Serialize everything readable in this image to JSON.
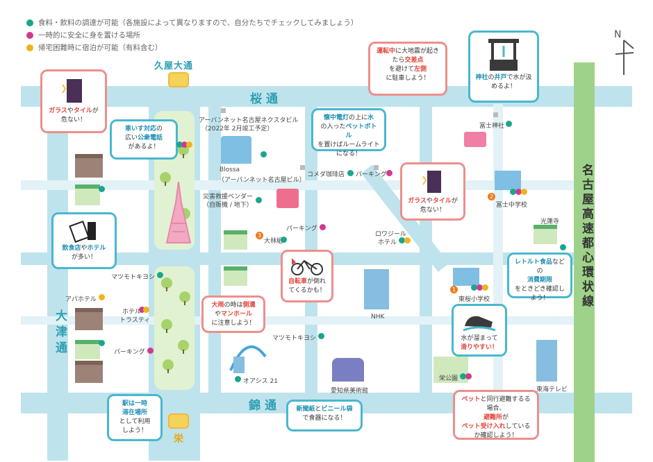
{
  "legend": [
    {
      "label": "食料・飲料の調達が可能（各施設によって異なりますので、自分たちでチェックしてみましょう）",
      "color": "#1aa58f"
    },
    {
      "label": "一時的に安全に身を置ける場所",
      "color": "#cf3b8c"
    },
    {
      "label": "帰宅困難時に宿泊が可能（有料含む）",
      "color": "#efb41c"
    }
  ],
  "roads": {
    "sakura": "桜通",
    "nishiki": "錦通",
    "otsu": "大津通",
    "hisaya": "久屋大通",
    "expressway": "名古屋高速都心環状線",
    "sakae": "栄"
  },
  "compass": "N",
  "bubbles": {
    "glass1": {
      "a": "ガラス",
      "b": "や",
      "c": "タイル",
      "d": "が",
      "e": "危ない！"
    },
    "wheelchair": {
      "a": "車いす対応",
      "b": "の",
      "c": "広い",
      "d": "公衆電話",
      "e": "があるよ！"
    },
    "restaurant": {
      "a": "飲食店",
      "b": "や",
      "c": "ホテル",
      "d": "が多い！"
    },
    "station": {
      "a": "駅は一時",
      "b": "滞在場所",
      "c": "として利用",
      "d": "しよう！"
    },
    "newspaper": {
      "a": "新聞紙",
      "b": "と",
      "c": "ビニール袋",
      "d": "で食器になる！"
    },
    "rain": {
      "a": "大雨",
      "b": "の時は",
      "c": "側溝",
      "d": "や",
      "e": "マンホール",
      "f": "に注意しよう！"
    },
    "bicycle": {
      "a": "自転車",
      "b": "が倒れてくるかも！"
    },
    "roomlight": {
      "a": "懐中電灯",
      "b": "の上に",
      "c": "水",
      "d": "の入った",
      "e": "ペットボトル",
      "f": "を置けばルームライトになる！"
    },
    "earthquake": {
      "a": "運転中",
      "b": "に大地震が起きたら",
      "c": "交差点",
      "d": "を避けて",
      "e": "左側",
      "f": "に駐車しよう！"
    },
    "shrine": {
      "a": "神社",
      "b": "の",
      "c": "井戸",
      "d": "で水が汲めるよ！"
    },
    "glass2": {
      "a": "ガラス",
      "b": "や",
      "c": "タイル",
      "d": "が",
      "e": "危ない！"
    },
    "retort": {
      "a": "レトルト食品",
      "b": "などの",
      "c": "消費期限",
      "d": "をときどき確認しよう！"
    },
    "slippery": {
      "a": "水が溜まって",
      "b": "滑りやすい！"
    },
    "pet": {
      "a": "ペット",
      "b": "と同行避難するる場合、",
      "c": "避難所",
      "d": "が",
      "e": "ペット受け入れ",
      "f": "しているか確認しよう！"
    }
  },
  "places": {
    "urbannet": "アーバンネット名古屋ネクスタビル",
    "urbannet_sub": "（2022年 2月竣工予定）",
    "blossa": "Blossa",
    "blossa_sub": "（アーバンネット名古屋ビル）",
    "vending": "災害救援ベンダー",
    "vending_sub": "（自販機 / 地下）",
    "komeda": "コメダ珈琲店",
    "parking1": "パーキング",
    "parking2": "パーキング",
    "parking3": "パーキング",
    "ohbayashi": "大林組",
    "rowajiru": "ロワジール",
    "rowajiru_sub": "ホテル",
    "matsumoto1": "マツモトキヨシ",
    "matsumoto2": "マツモトキヨシ",
    "apa": "アパホテル",
    "trusty": "ホテル",
    "trusty_sub": "トラスティ",
    "oasis": "オアシス 21",
    "museum": "愛知県美術館",
    "nhk": "NHK",
    "fuji_shrine": "冨士神社",
    "fuji_school": "冨士中学校",
    "kotokuji": "光蓮寺",
    "higashisakura": "東桜小学校",
    "sakae_park": "栄公園",
    "tokai_tv": "東海テレビ",
    "n1": "1",
    "n2": "2",
    "n3": "3"
  }
}
